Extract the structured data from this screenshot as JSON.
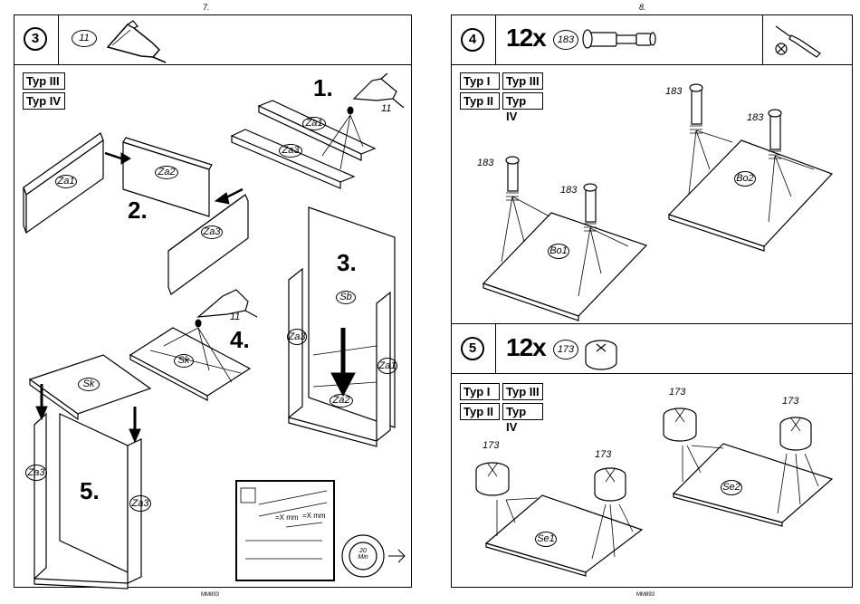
{
  "left_page": {
    "page_number": "7.",
    "step": "3",
    "header_part_ref": "11",
    "type_labels": [
      "Typ III",
      "Typ IV"
    ],
    "substeps": [
      "1.",
      "2.",
      "3.",
      "4.",
      "5."
    ],
    "part_labels": {
      "za1_top": "Za1",
      "za3_top": "Za3",
      "za1_left": "Za1",
      "za2": "Za2",
      "za3_mid": "Za3",
      "sb": "Sb",
      "za3_frame": "Za3",
      "za1_frame": "Za1",
      "za2_frame": "Za2",
      "sk_mid": "Sk",
      "sk_bottom": "Sk",
      "za3_box_left": "Za3",
      "za3_box_right": "Za3"
    },
    "glue_ref_1": "11",
    "glue_ref_4": "11",
    "detail_labels": [
      "=X mm",
      "=X mm"
    ],
    "timer_label": "20 Min",
    "footer": "MM893"
  },
  "right_page": {
    "page_number": "8.",
    "step4": {
      "step": "4",
      "quantity": "12x",
      "part_ref": "183",
      "type_labels": [
        "Typ I",
        "Typ III",
        "Typ II",
        "Typ IV"
      ],
      "callouts": [
        "183",
        "183",
        "183",
        "183"
      ],
      "panels": [
        "Bo1",
        "Bo2"
      ]
    },
    "step5": {
      "step": "5",
      "quantity": "12x",
      "part_ref": "173",
      "type_labels": [
        "Typ I",
        "Typ III",
        "Typ II",
        "Typ IV"
      ],
      "callouts": [
        "173",
        "173",
        "173",
        "173"
      ],
      "panels": [
        "Se1",
        "Se2"
      ]
    },
    "footer": "MM893"
  }
}
